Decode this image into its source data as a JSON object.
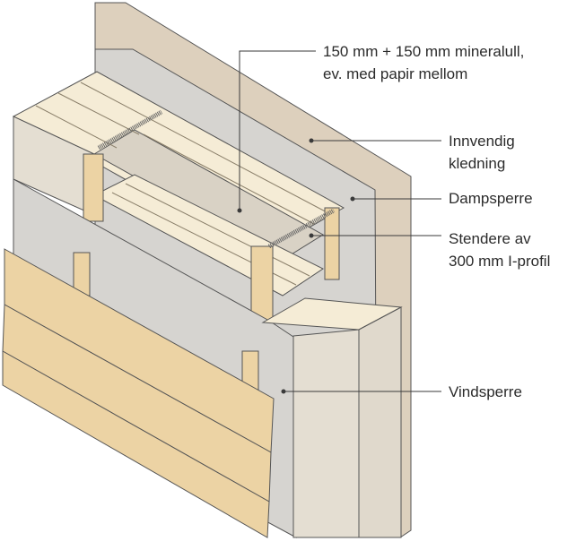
{
  "labels": {
    "insulation": {
      "line1": "150 mm + 150 mm mineralull,",
      "line2": "ev. med papir mellom"
    },
    "interior_cladding": {
      "line1": "Innvendig",
      "line2": "kledning"
    },
    "vapour_barrier": {
      "line1": "Dampsperre"
    },
    "studs": {
      "line1": "Stendere av",
      "line2": "300 mm I-profil"
    },
    "wind_barrier": {
      "line1": "Vindsperre"
    }
  },
  "colors": {
    "interior_panel": "#ddd0bd",
    "membrane": "#d6d4d0",
    "insulation_face": "#e4ded2",
    "insulation_top": "#f5ecd6",
    "wood": "#ecd3a4",
    "line": "#3a3a3a"
  }
}
